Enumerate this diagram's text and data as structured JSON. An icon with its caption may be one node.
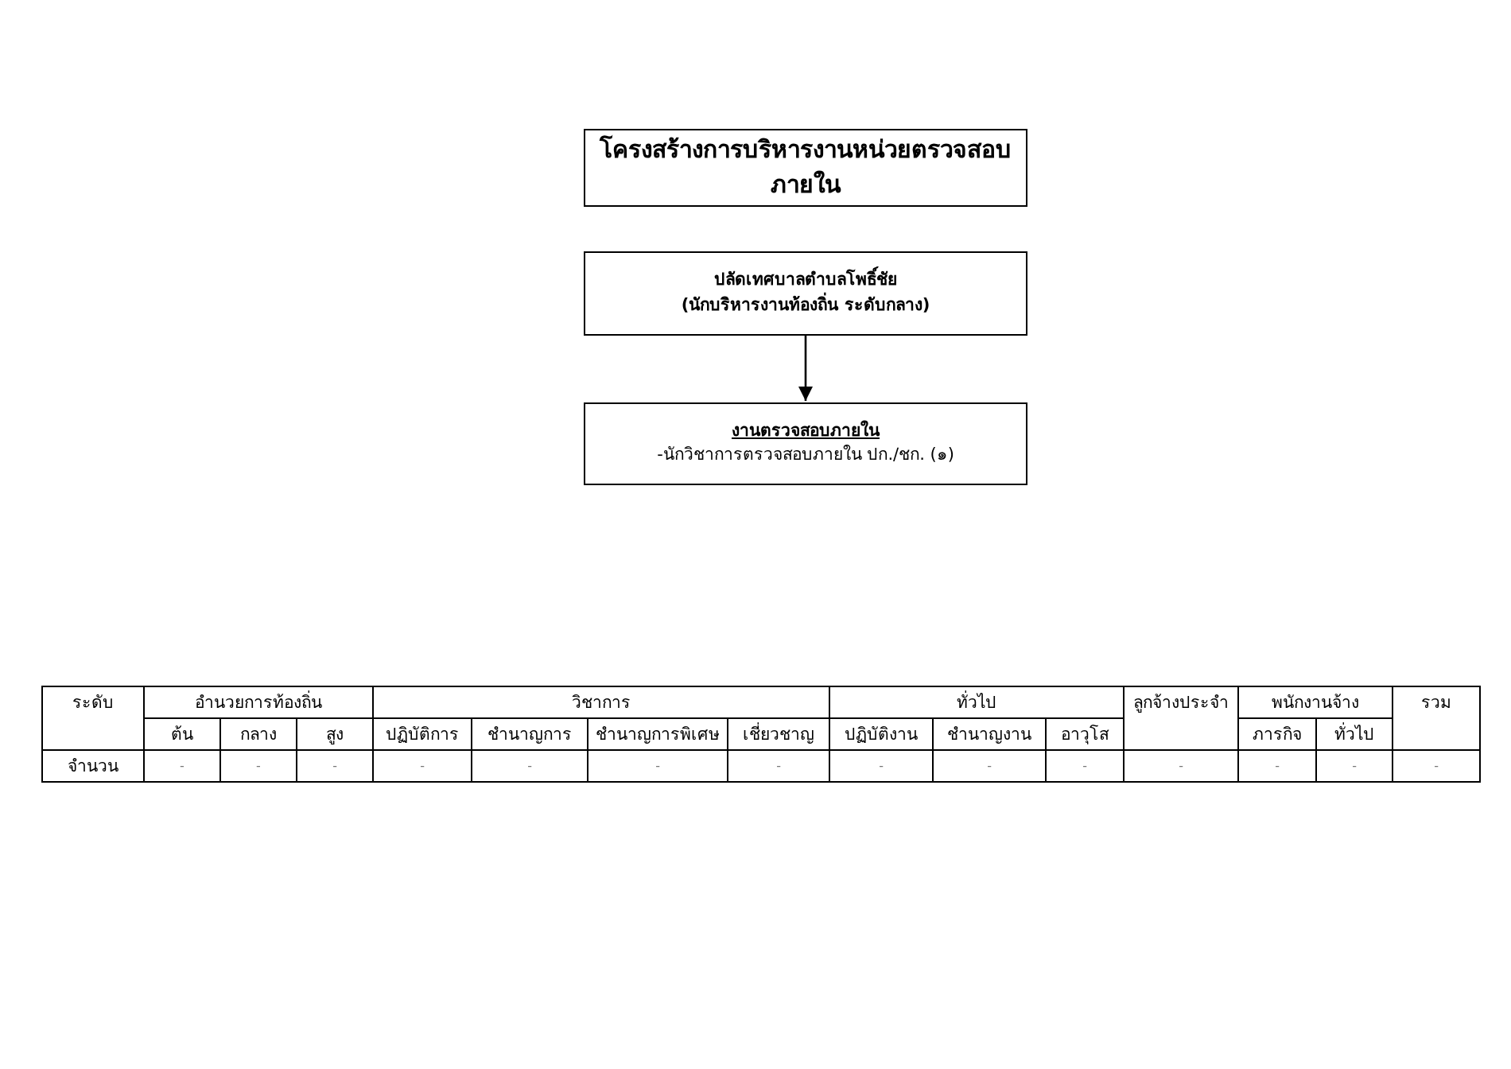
{
  "diagram": {
    "nodes": [
      {
        "text": [
          "โครงสร้างการบริหารงานหน่วยตรวจสอบภายใน"
        ]
      },
      {
        "text": [
          "ปลัดเทศบาลตำบลโพธิ์ชัย",
          "(นักบริหารงานท้องถิ่น ระดับกลาง)"
        ]
      },
      {
        "text": [
          "งานตรวจสอบภายใน",
          "-นักวิชาการตรวจสอบภายใน ปก./ชก. (๑)"
        ]
      }
    ],
    "edges": [
      {
        "from": 1,
        "to": 2,
        "arrow": "to"
      }
    ],
    "labels": [
      "ระดับ",
      "อำนวยการท้องถิ่น",
      "วิชาการ",
      "ทั่วไป",
      "ลูกจ้างประจำ",
      "พนักงานจ้าง",
      "รวม",
      "ต้น",
      "กลาง",
      "สูง",
      "ปฏิบัติการ",
      "ชำนาญการ",
      "ชำนาญการพิเศษ",
      "เชี่ยวชาญ",
      "ปฏิบัติงาน",
      "ชำนาญงาน",
      "อาวุโส",
      "ภารกิจ",
      "ทั่วไป",
      "จำนวน",
      "-",
      "-",
      "-",
      "-",
      "-",
      "-",
      "-",
      "-",
      "-",
      "-",
      "-",
      "-",
      "-",
      "-"
    ]
  }
}
